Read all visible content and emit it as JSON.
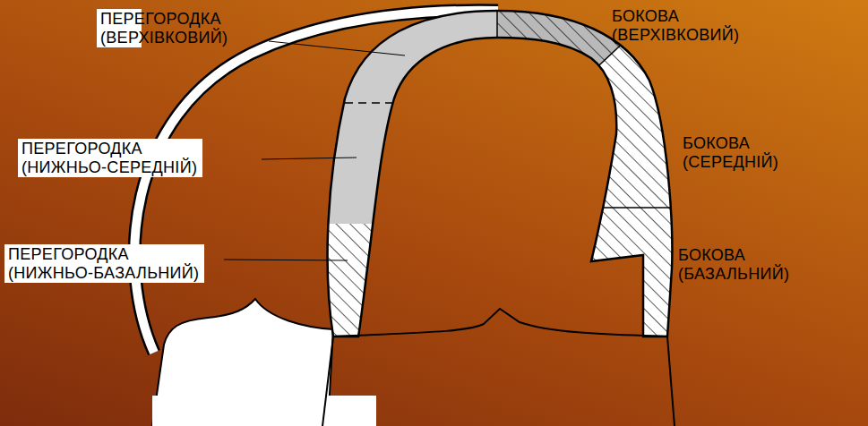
{
  "diagram": {
    "labels": [
      "ПЕРЕГОРОДКА (ВЕРХІВКОВИЙ)",
      "БОКОВА (ВЕРХІВКОВИЙ)",
      "ПЕРЕГОРОДКА (НИЖНЬО-СЕРЕДНІЙ)",
      "БОКОВА (СЕРЕДНІЙ)",
      "ПЕРЕГОРОДКА (НИЖНЬО-БАЗАЛЬНИЙ)",
      "БОКОВА (БАЗАЛЬНИЙ)"
    ]
  }
}
